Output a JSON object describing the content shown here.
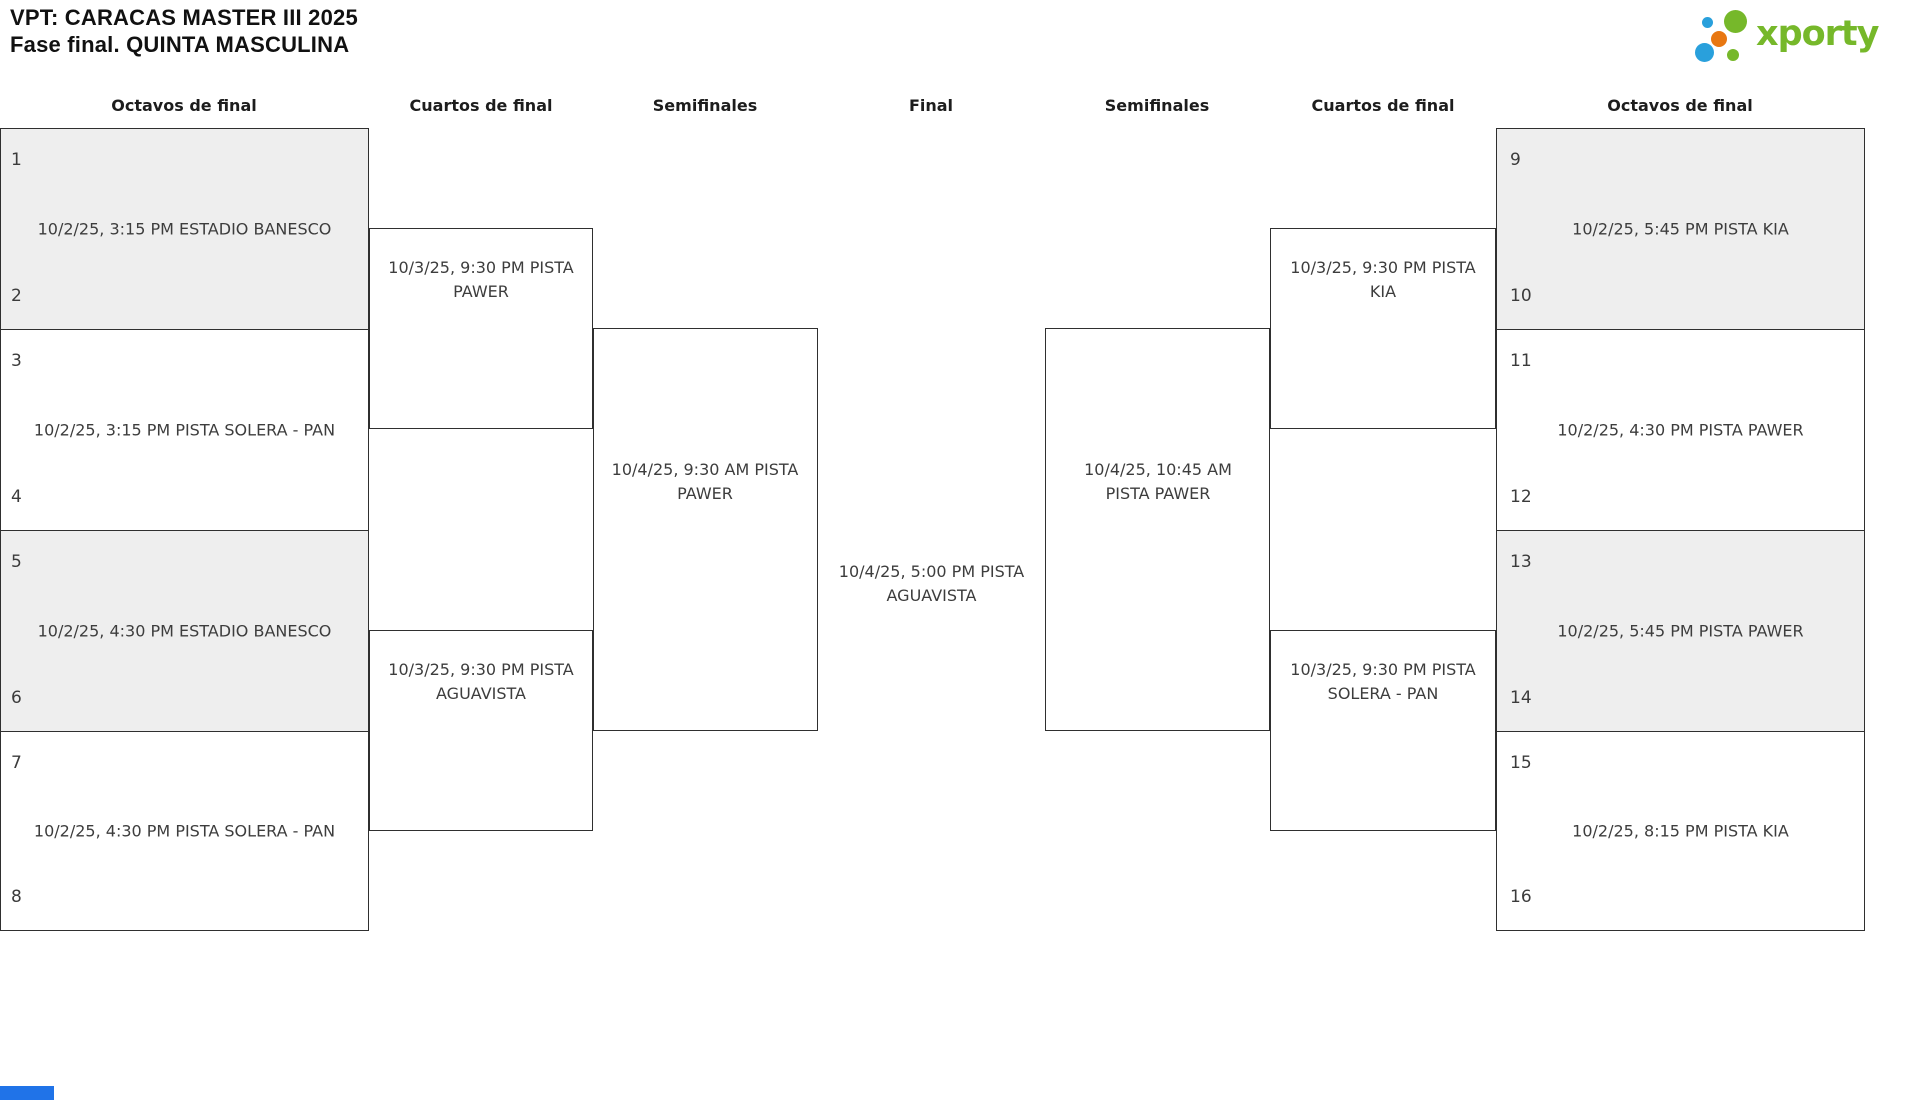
{
  "header": {
    "title_line1": "VPT: CARACAS MASTER III 2025",
    "title_line2": "Fase final. QUINTA MASCULINA"
  },
  "logo": {
    "text": "xporty",
    "mark_dots": [
      "green-large",
      "blue-small",
      "orange-medium",
      "blue-large",
      "green-small"
    ],
    "green": "#76b82a",
    "blue": "#29a0dc",
    "orange": "#e87711"
  },
  "round_headers": {
    "left_octavos": "Octavos de final",
    "left_cuartos": "Cuartos de final",
    "left_semis": "Semifinales",
    "final": "Final",
    "right_semis": "Semifinales",
    "right_cuartos": "Cuartos de final",
    "right_octavos": "Octavos de final"
  },
  "chart_data": {
    "type": "table",
    "title": "VPT: CARACAS MASTER III 2025 — Fase final. QUINTA MASCULINA",
    "rounds": [
      "Octavos de final",
      "Cuartos de final",
      "Semifinales",
      "Final"
    ],
    "matches": {
      "octavos_left": [
        {
          "seeds": [
            1,
            2
          ],
          "schedule": "10/2/25, 3:15 PM ESTADIO BANESCO"
        },
        {
          "seeds": [
            3,
            4
          ],
          "schedule": "10/2/25, 3:15 PM PISTA SOLERA - PAN"
        },
        {
          "seeds": [
            5,
            6
          ],
          "schedule": "10/2/25, 4:30 PM ESTADIO BANESCO"
        },
        {
          "seeds": [
            7,
            8
          ],
          "schedule": "10/2/25, 4:30 PM PISTA SOLERA - PAN"
        }
      ],
      "cuartos_left": [
        "10/3/25, 9:30 PM PISTA PAWER",
        "10/3/25, 9:30 PM PISTA AGUAVISTA"
      ],
      "semifinal_left": "10/4/25, 9:30 AM PISTA PAWER",
      "final": "10/4/25, 5:00 PM PISTA AGUAVISTA",
      "semifinal_right": "10/4/25, 10:45 AM PISTA PAWER",
      "cuartos_right": [
        "10/3/25, 9:30 PM PISTA KIA",
        "10/3/25, 9:30 PM PISTA SOLERA - PAN"
      ],
      "octavos_right": [
        {
          "seeds": [
            9,
            10
          ],
          "schedule": "10/2/25, 5:45 PM PISTA KIA"
        },
        {
          "seeds": [
            11,
            12
          ],
          "schedule": "10/2/25, 4:30 PM PISTA PAWER"
        },
        {
          "seeds": [
            13,
            14
          ],
          "schedule": "10/2/25, 5:45 PM PISTA PAWER"
        },
        {
          "seeds": [
            15,
            16
          ],
          "schedule": "10/2/25, 8:15 PM PISTA KIA"
        }
      ]
    }
  },
  "bracket": {
    "lo": [
      {
        "top_seed": "1",
        "bot_seed": "2",
        "date": "10/2/25, 3:15 PM ESTADIO BANESCO"
      },
      {
        "top_seed": "3",
        "bot_seed": "4",
        "date": "10/2/25, 3:15 PM PISTA SOLERA - PAN"
      },
      {
        "top_seed": "5",
        "bot_seed": "6",
        "date": "10/2/25, 4:30 PM ESTADIO BANESCO"
      },
      {
        "top_seed": "7",
        "bot_seed": "8",
        "date": "10/2/25, 4:30 PM PISTA SOLERA - PAN"
      }
    ],
    "lq": [
      {
        "date": "10/3/25, 9:30 PM PISTA\nPAWER"
      },
      {
        "date": "10/3/25, 9:30 PM PISTA\nAGUAVISTA"
      }
    ],
    "ls": {
      "date": "10/4/25, 9:30 AM PISTA\nPAWER"
    },
    "fi": {
      "date": "10/4/25, 5:00 PM PISTA\nAGUAVISTA"
    },
    "rs": {
      "date": "10/4/25, 10:45 AM\nPISTA PAWER"
    },
    "rq": [
      {
        "date": "10/3/25, 9:30 PM PISTA\nKIA"
      },
      {
        "date": "10/3/25, 9:30 PM PISTA\nSOLERA - PAN"
      }
    ],
    "ro": [
      {
        "top_seed": "9",
        "bot_seed": "10",
        "date": "10/2/25, 5:45 PM PISTA KIA"
      },
      {
        "top_seed": "11",
        "bot_seed": "12",
        "date": "10/2/25, 4:30 PM PISTA PAWER"
      },
      {
        "top_seed": "13",
        "bot_seed": "14",
        "date": "10/2/25, 5:45 PM PISTA PAWER"
      },
      {
        "top_seed": "15",
        "bot_seed": "16",
        "date": "10/2/25, 8:15 PM PISTA KIA"
      }
    ]
  },
  "colors": {
    "line": "#2f2f2f",
    "match_fill_alt": "#eeeeee",
    "text": "#3d3d3d",
    "brand_green": "#76b82a",
    "brand_blue": "#29a0dc",
    "brand_orange": "#e87711",
    "bottom_bar_blue": "#2073e8"
  }
}
